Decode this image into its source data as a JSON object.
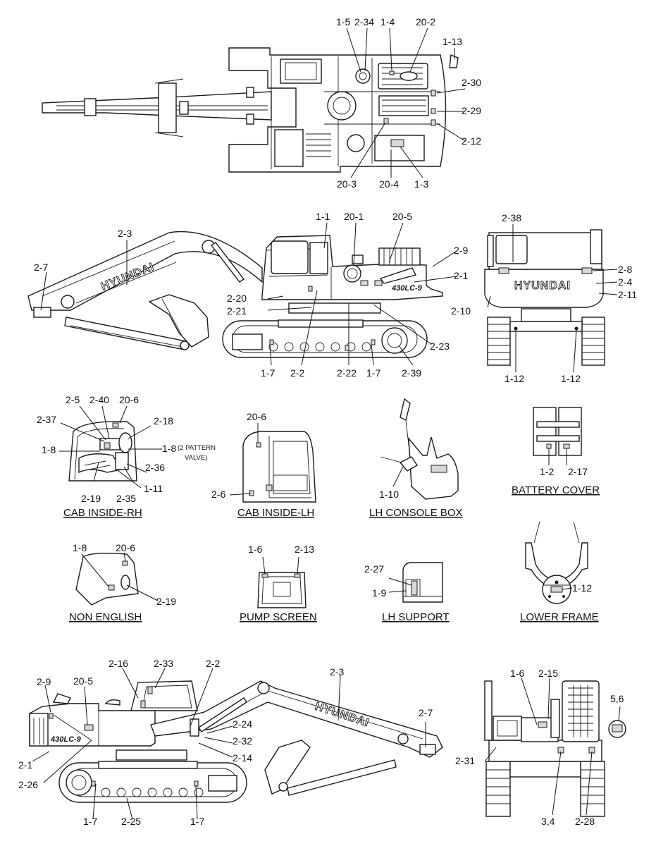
{
  "views": {
    "top": {
      "labels": [
        "1-5",
        "2-34",
        "1-4",
        "20-2",
        "1-13",
        "2-30",
        "2-29",
        "2-12",
        "20-3",
        "20-4",
        "1-3"
      ]
    },
    "side_right": {
      "labels": [
        "1-1",
        "20-1",
        "20-5",
        "2-3",
        "2-9",
        "2-7",
        "2-1",
        "2-20",
        "2-21",
        "2-23",
        "1-7",
        "2-2",
        "2-22",
        "1-7",
        "2-39"
      ],
      "boom_text": "HYUNDAI",
      "model_text": "430LC-9"
    },
    "rear": {
      "labels": [
        "2-38",
        "2-8",
        "2-4",
        "2-11",
        "2-10",
        "1-12",
        "1-12"
      ],
      "brand_text": "HYUNDAI"
    },
    "cab_inside_rh": {
      "caption": "CAB INSIDE-RH",
      "labels": [
        "2-5",
        "2-40",
        "20-6",
        "2-37",
        "2-18",
        "1-8",
        "1-8",
        "2-36",
        "1-11",
        "2-19",
        "2-35"
      ],
      "note_line1": "(2 PATTERN",
      "note_line2": "VALVE)"
    },
    "cab_inside_lh": {
      "caption": "CAB INSIDE-LH",
      "labels": [
        "20-6",
        "2-6"
      ]
    },
    "lh_console_box": {
      "caption": "LH CONSOLE BOX",
      "labels": [
        "1-10"
      ]
    },
    "battery_cover": {
      "caption": "BATTERY COVER",
      "labels": [
        "1-2",
        "2-17"
      ]
    },
    "non_english": {
      "caption": "NON ENGLISH",
      "labels": [
        "1-8",
        "20-6",
        "2-19"
      ]
    },
    "pump_screen": {
      "caption": "PUMP SCREEN",
      "labels": [
        "1-6",
        "2-13"
      ]
    },
    "lh_support": {
      "caption": "LH SUPPORT",
      "labels": [
        "2-27",
        "1-9"
      ]
    },
    "lower_frame": {
      "caption": "LOWER FRAME",
      "labels": [
        "1-12"
      ]
    },
    "side_left": {
      "labels": [
        "2-16",
        "2-33",
        "2-2",
        "2-3",
        "2-9",
        "20-5",
        "2-7",
        "2-24",
        "2-32",
        "2-14",
        "2-1",
        "2-26",
        "1-7",
        "2-25",
        "1-7"
      ],
      "boom_text": "HYUNDAI",
      "model_text": "430LC-9"
    },
    "front_right": {
      "labels": [
        "1-6",
        "2-15",
        "5,6",
        "2-31",
        "3,4",
        "2-28"
      ]
    }
  }
}
